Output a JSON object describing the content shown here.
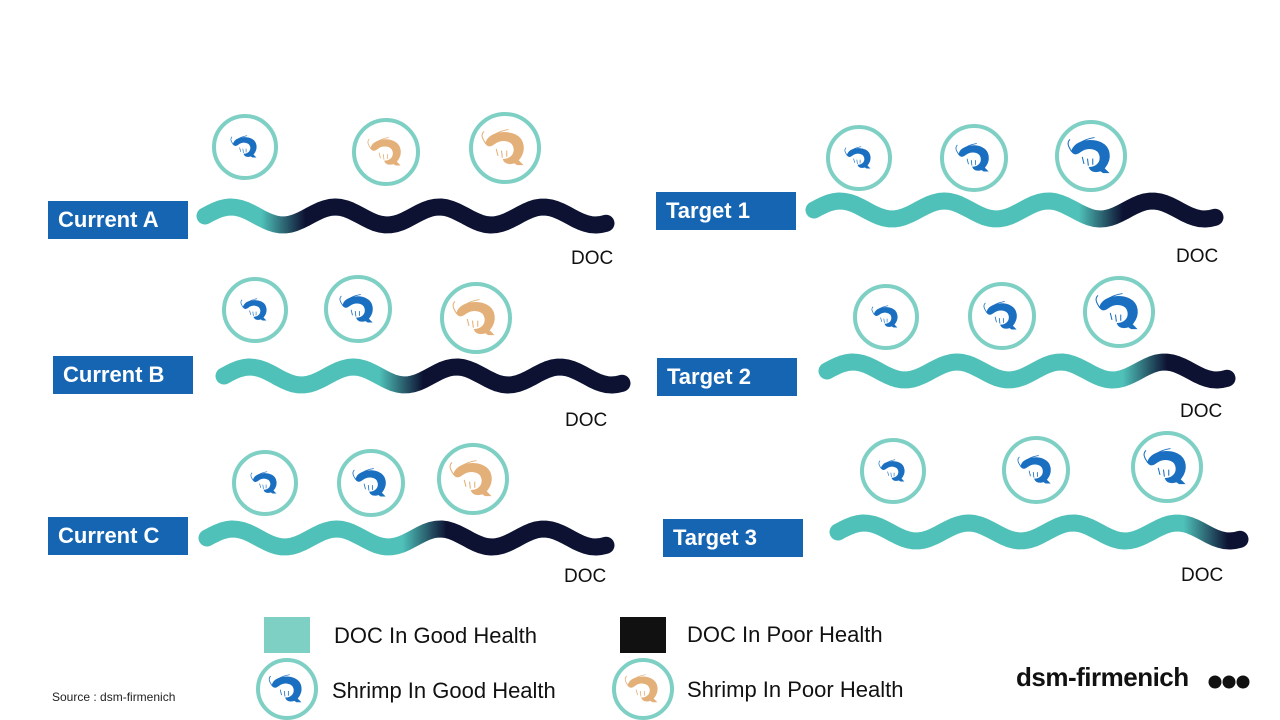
{
  "colors": {
    "good": "#4fc1b9",
    "poor": "#0d1233",
    "label_bg": "#1565b3",
    "circle_stroke": "#7ecfc4",
    "shrimp_good": "#1a6fc0",
    "shrimp_poor": "#e4b07a"
  },
  "panels": [
    {
      "label": "Current A",
      "doc": "DOC",
      "good_fraction": 0.2,
      "shrimp": [
        "good",
        "poor",
        "poor"
      ]
    },
    {
      "label": "Current B",
      "doc": "DOC",
      "good_fraction": 0.45,
      "shrimp": [
        "good",
        "good",
        "poor"
      ]
    },
    {
      "label": "Current C",
      "doc": "DOC",
      "good_fraction": 0.55,
      "shrimp": [
        "good",
        "good",
        "poor"
      ]
    },
    {
      "label": "Target 1",
      "doc": "DOC",
      "good_fraction": 0.72,
      "shrimp": [
        "good",
        "good",
        "good"
      ]
    },
    {
      "label": "Target 2",
      "doc": "DOC",
      "good_fraction": 0.8,
      "shrimp": [
        "good",
        "good",
        "good"
      ]
    },
    {
      "label": "Target 3",
      "doc": "DOC",
      "good_fraction": 0.92,
      "shrimp": [
        "good",
        "good",
        "good"
      ]
    }
  ],
  "legend": {
    "doc_good": "DOC In Good Health",
    "doc_poor": "DOC In Poor Health",
    "shrimp_good": "Shrimp In Good Health",
    "shrimp_poor": "Shrimp In Poor Health"
  },
  "source": "Source : dsm-firmenich",
  "brand": "dsm-firmenich"
}
